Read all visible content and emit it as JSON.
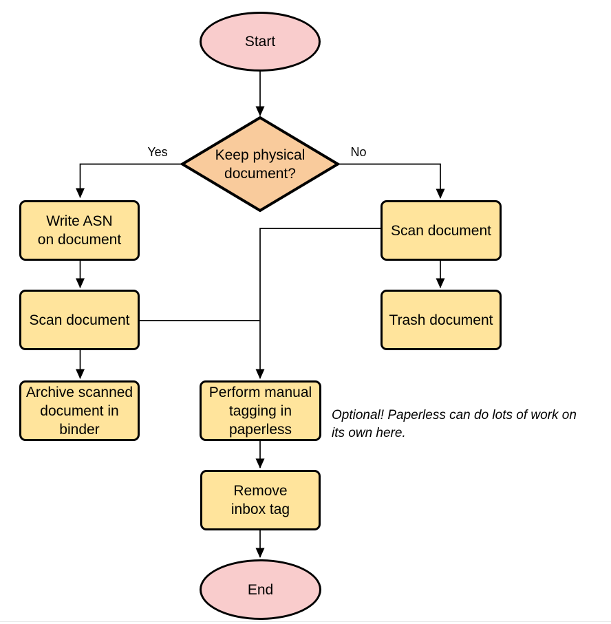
{
  "palette": {
    "process_fill": "#ffe49c",
    "decision_fill": "#f9cb9c",
    "terminal_fill": "#f9cccc",
    "stroke": "#000000"
  },
  "nodes": {
    "start": {
      "label": "Start"
    },
    "decision": {
      "label": "Keep physical\ndocument?"
    },
    "write_asn": {
      "label": "Write ASN\non document"
    },
    "scan_left": {
      "label": "Scan document"
    },
    "archive": {
      "label": "Archive scanned\ndocument in\nbinder"
    },
    "scan_right": {
      "label": "Scan document"
    },
    "trash": {
      "label": "Trash document"
    },
    "perform_tagging": {
      "label": "Perform manual\ntagging in\npaperless"
    },
    "remove_inbox": {
      "label": "Remove\ninbox tag"
    },
    "end": {
      "label": "End"
    }
  },
  "edge_labels": {
    "yes": "Yes",
    "no": "No"
  },
  "note": {
    "text": "Optional! Paperless can do lots of work on\nits own here."
  }
}
